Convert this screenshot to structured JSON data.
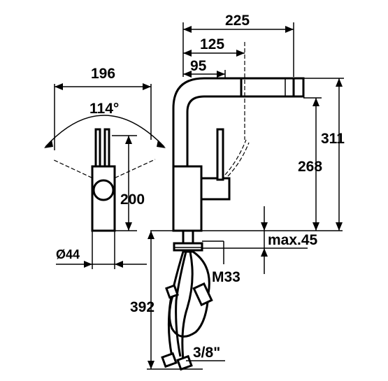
{
  "dimensions": {
    "overall_reach": "225",
    "spout_reach_mid": "125",
    "spout_reach_short": "95",
    "base_width_side": "196",
    "swivel_angle": "114°",
    "side_height": "200",
    "base_diameter": "Ø44",
    "total_height": "311",
    "outlet_height": "268",
    "max_counter_thickness": "max.45",
    "thread": "M33",
    "hose_length": "392",
    "connection": "3/8\""
  }
}
